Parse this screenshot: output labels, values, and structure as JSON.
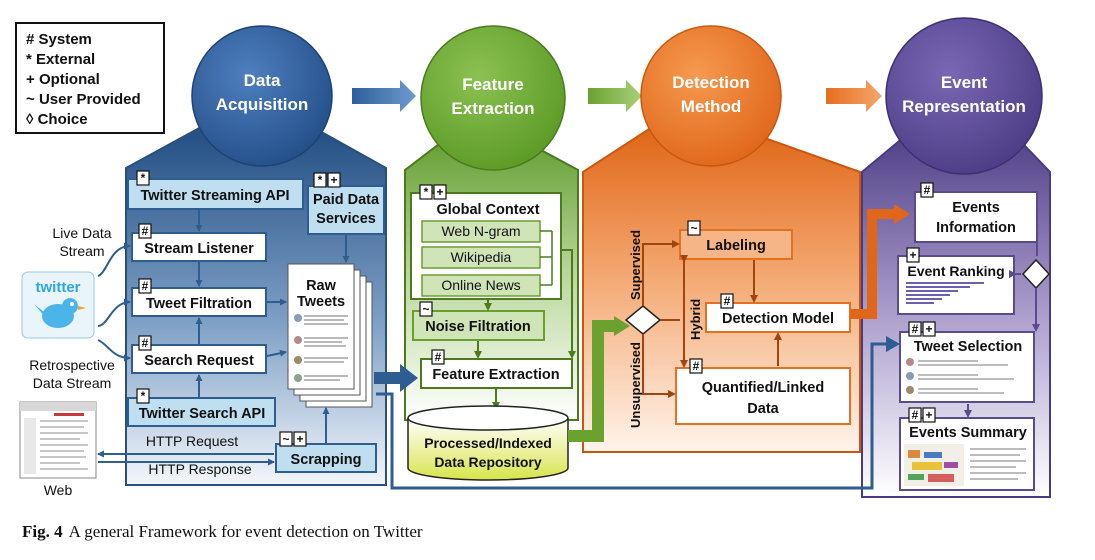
{
  "legend": [
    {
      "sym": "#",
      "label": "System"
    },
    {
      "sym": "*",
      "label": "External"
    },
    {
      "sym": "+",
      "label": "Optional"
    },
    {
      "sym": "~",
      "label": "User Provided"
    },
    {
      "sym": "◊",
      "label": "Choice"
    }
  ],
  "stages": {
    "acquisition": [
      "Data",
      "Acquisition"
    ],
    "extraction": [
      "Feature",
      "Extraction"
    ],
    "detection": [
      "Detection",
      "Method"
    ],
    "representation": [
      "Event",
      "Representation"
    ]
  },
  "acquisition": {
    "streaming_api": "Twitter Streaming API",
    "paid": [
      "Paid Data",
      "Services"
    ],
    "stream_listener": "Stream Listener",
    "tweet_filtration": "Tweet Filtration",
    "search_request": "Search Request",
    "search_api": "Twitter Search API",
    "raw_tweets": [
      "Raw",
      "Tweets"
    ],
    "scrapping": "Scrapping",
    "live_stream": [
      "Live Data",
      "Stream"
    ],
    "retro_stream": [
      "Retrospective",
      "Data Stream"
    ],
    "twitter_logo": "twitter",
    "http_request": "HTTP Request",
    "http_response": "HTTP Response",
    "web": "Web"
  },
  "extraction": {
    "global_context": "Global Context",
    "web_ngram": "Web N-gram",
    "wikipedia": "Wikipedia",
    "online_news": "Online News",
    "noise_filtration": "Noise Filtration",
    "feature_extraction": "Feature Extraction",
    "repository": [
      "Processed/Indexed",
      "Data Repository"
    ]
  },
  "detection": {
    "supervised": "Supervised",
    "unsupervised": "Unsupervised",
    "hybrid": "Hybrid",
    "labeling": "Labeling",
    "detection_model": "Detection Model",
    "quantified": [
      "Quantified/Linked",
      "Data"
    ]
  },
  "representation": {
    "events_info": [
      "Events",
      "Information"
    ],
    "event_ranking": "Event Ranking",
    "tweet_selection": "Tweet Selection",
    "events_summary": "Events Summary"
  },
  "caption": {
    "label": "Fig. 4",
    "text": "A general Framework for event detection on Twitter"
  },
  "colors": {
    "acq": "#2e5d91",
    "feat": "#6a9e2e",
    "det": "#e37121",
    "rep": "#5a4a8e",
    "box_blue": "#bfdff0"
  }
}
